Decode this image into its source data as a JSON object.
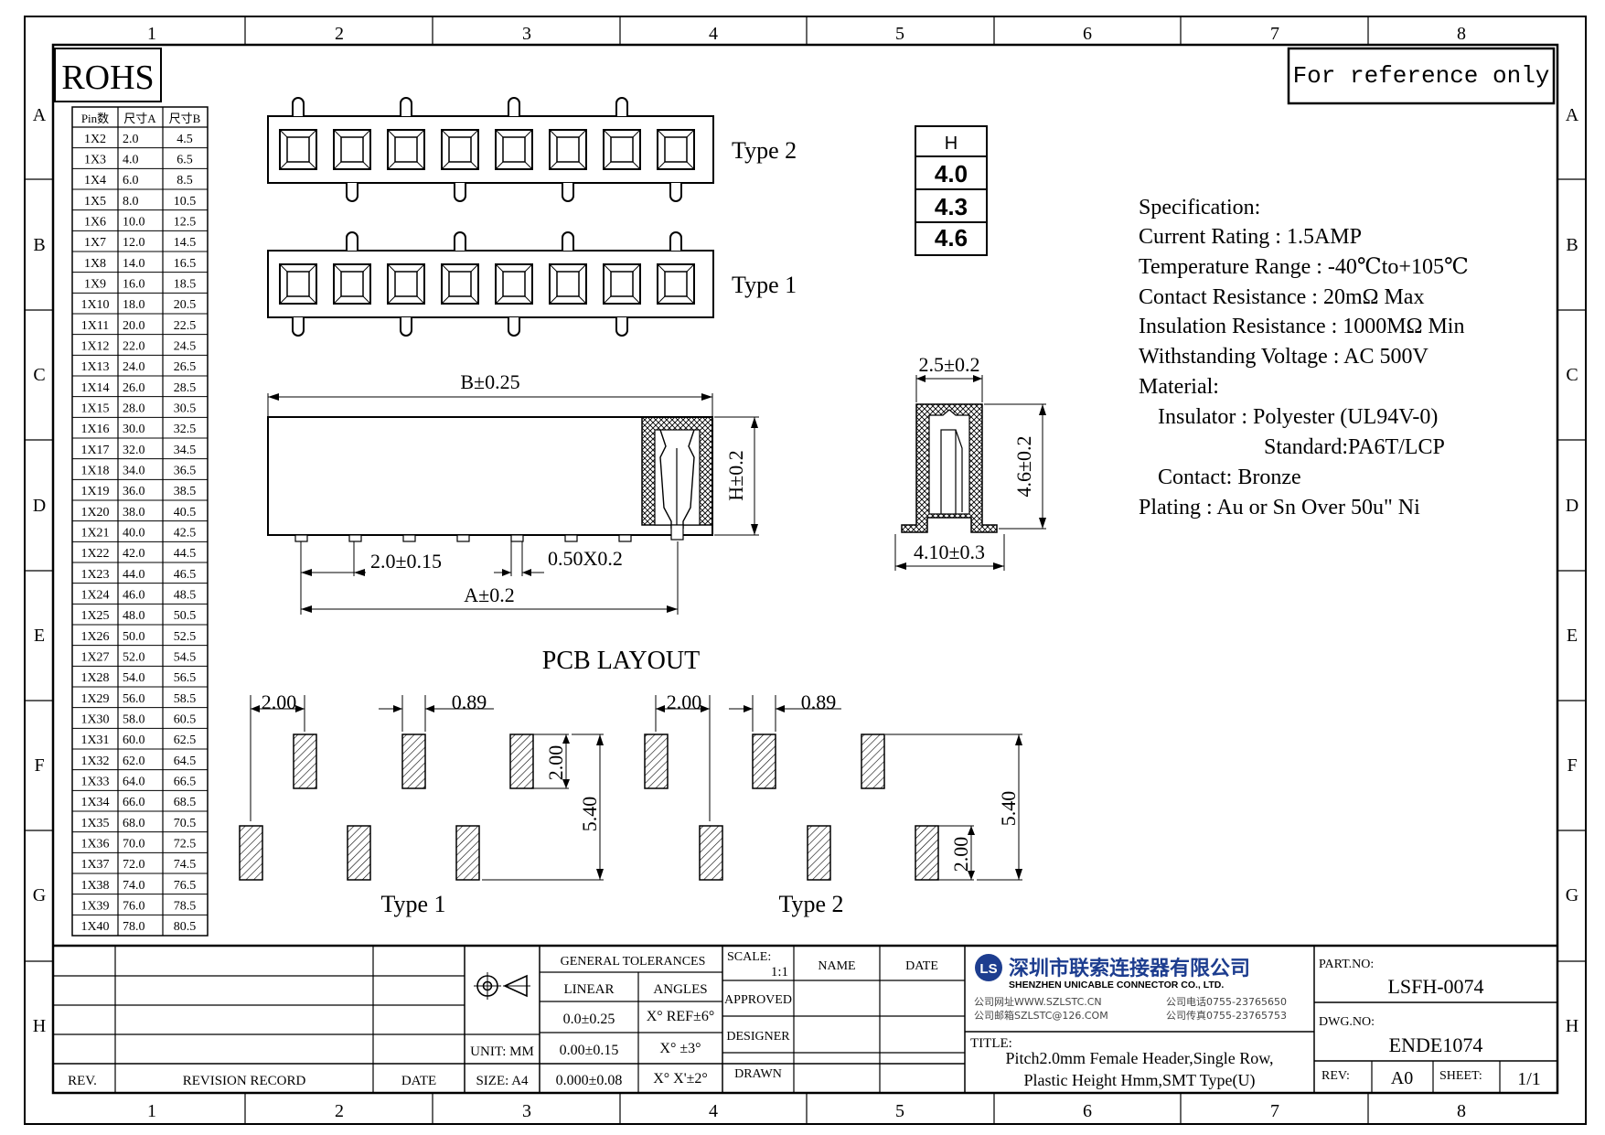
{
  "border": {
    "columns": [
      "1",
      "2",
      "3",
      "4",
      "5",
      "6",
      "7",
      "8"
    ],
    "rows": [
      "A",
      "B",
      "C",
      "D",
      "E",
      "F",
      "G",
      "H"
    ]
  },
  "rohs_label": "ROHS",
  "reference_note": "For reference only",
  "pin_table": {
    "headers": [
      "Pin数",
      "尺寸A",
      "尺寸B"
    ],
    "rows": [
      [
        "1X2",
        "2.0",
        "4.5"
      ],
      [
        "1X3",
        "4.0",
        "6.5"
      ],
      [
        "1X4",
        "6.0",
        "8.5"
      ],
      [
        "1X5",
        "8.0",
        "10.5"
      ],
      [
        "1X6",
        "10.0",
        "12.5"
      ],
      [
        "1X7",
        "12.0",
        "14.5"
      ],
      [
        "1X8",
        "14.0",
        "16.5"
      ],
      [
        "1X9",
        "16.0",
        "18.5"
      ],
      [
        "1X10",
        "18.0",
        "20.5"
      ],
      [
        "1X11",
        "20.0",
        "22.5"
      ],
      [
        "1X12",
        "22.0",
        "24.5"
      ],
      [
        "1X13",
        "24.0",
        "26.5"
      ],
      [
        "1X14",
        "26.0",
        "28.5"
      ],
      [
        "1X15",
        "28.0",
        "30.5"
      ],
      [
        "1X16",
        "30.0",
        "32.5"
      ],
      [
        "1X17",
        "32.0",
        "34.5"
      ],
      [
        "1X18",
        "34.0",
        "36.5"
      ],
      [
        "1X19",
        "36.0",
        "38.5"
      ],
      [
        "1X20",
        "38.0",
        "40.5"
      ],
      [
        "1X21",
        "40.0",
        "42.5"
      ],
      [
        "1X22",
        "42.0",
        "44.5"
      ],
      [
        "1X23",
        "44.0",
        "46.5"
      ],
      [
        "1X24",
        "46.0",
        "48.5"
      ],
      [
        "1X25",
        "48.0",
        "50.5"
      ],
      [
        "1X26",
        "50.0",
        "52.5"
      ],
      [
        "1X27",
        "52.0",
        "54.5"
      ],
      [
        "1X28",
        "54.0",
        "56.5"
      ],
      [
        "1X29",
        "56.0",
        "58.5"
      ],
      [
        "1X30",
        "58.0",
        "60.5"
      ],
      [
        "1X31",
        "60.0",
        "62.5"
      ],
      [
        "1X32",
        "62.0",
        "64.5"
      ],
      [
        "1X33",
        "64.0",
        "66.5"
      ],
      [
        "1X34",
        "66.0",
        "68.5"
      ],
      [
        "1X35",
        "68.0",
        "70.5"
      ],
      [
        "1X36",
        "70.0",
        "72.5"
      ],
      [
        "1X37",
        "72.0",
        "74.5"
      ],
      [
        "1X38",
        "74.0",
        "76.5"
      ],
      [
        "1X39",
        "76.0",
        "78.5"
      ],
      [
        "1X40",
        "78.0",
        "80.5"
      ]
    ]
  },
  "views": {
    "type2_label": "Type 2",
    "type1_label": "Type 1",
    "dim_b": "B±0.25",
    "dim_h": "H±0.2",
    "dim_pitch": "2.0±0.15",
    "dim_pin": "0.50X0.2",
    "dim_a": "A±0.2",
    "side_width": "2.5±0.2",
    "side_height": "4.6±0.2",
    "side_foot": "4.10±0.3"
  },
  "h_table": {
    "header": "H",
    "values": [
      "4.0",
      "4.3",
      "4.6"
    ]
  },
  "spec": {
    "lines": [
      "Specification:",
      "Current Rating : 1.5AMP",
      "Temperature Range : -40℃to+105℃",
      "Contact Resistance : 20mΩ Max",
      "Insulation Resistance : 1000MΩ Min",
      "Withstanding Voltage : AC 500V",
      "Material:",
      "Insulator : Polyester (UL94V-0)",
      "Standard:PA6T/LCP",
      "Contact: Bronze",
      "Plating : Au or Sn Over 50u\" Ni"
    ]
  },
  "pcb": {
    "title": "PCB LAYOUT",
    "type1_label": "Type 1",
    "type2_label": "Type 2",
    "pitch": "2.00",
    "pad_width": "0.89",
    "pad_length": "2.00",
    "row_span": "5.40"
  },
  "title_block": {
    "rev_label": "REV.",
    "revision_record_label": "REVISION RECORD",
    "date_label": "DATE",
    "unit_label": "UNIT: MM",
    "size_label": "SIZE: A4",
    "general_tolerances": "GENERAL TOLERANCES",
    "linear_label": "LINEAR",
    "angles_label": "ANGLES",
    "linear_values": [
      "0.0±0.25",
      "0.00±0.15",
      "0.000±0.08"
    ],
    "angle_values": [
      "X° REF±6°",
      "X° ±3°",
      "X° X'±2°"
    ],
    "scale_label": "SCALE:",
    "scale_value": "1:1",
    "name_label": "NAME",
    "date_col_label": "DATE",
    "approved_label": "APPROVED",
    "designer_label": "DESIGNER",
    "drawn_label": "DRAWN",
    "company_cn": "深圳市联索连接器有限公司",
    "company_en": "SHENZHEN UNICABLE CONNECTOR CO., LTD.",
    "company_web": "公司网址WWW.SZLSTC.CN",
    "company_tel": "公司电话0755-23765650",
    "company_mail": "公司邮箱SZLSTC@126.COM",
    "company_fax": "公司传真0755-23765753",
    "logo_text": "LS",
    "title_label": "TITLE:",
    "title_line1": "Pitch2.0mm Female Header,Single Row,",
    "title_line2": "Plastic Height Hmm,SMT Type(U)",
    "part_no_label": "PART.NO:",
    "part_no": "LSFH-0074",
    "dwg_no_label": "DWG.NO:",
    "dwg_no": "ENDE1074",
    "rev_value_label": "REV:",
    "rev_value": "A0",
    "sheet_label": "SHEET:",
    "sheet_value": "1/1"
  }
}
